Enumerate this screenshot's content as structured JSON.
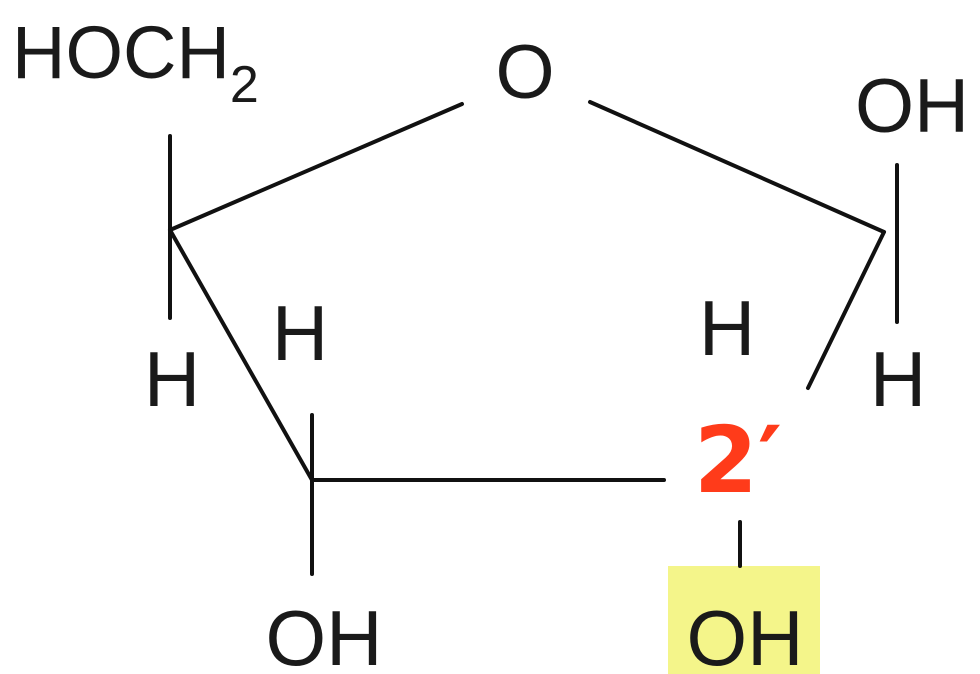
{
  "molecule": {
    "c5_substituent": {
      "base": "HOCH",
      "subscript": "2"
    },
    "ring_oxygen": "O",
    "c1_top": "OH",
    "c1_bottom": "H",
    "c4_bottom": "H",
    "c3_top": "H",
    "c3_bottom": "OH",
    "c2_top": "H",
    "c2_bottom": "OH"
  },
  "annotation": {
    "position_label": "2′",
    "label_color": "#ff3b1a",
    "highlight_color": "#f4f58a"
  },
  "colors": {
    "bond": "#111111",
    "text": "#1a1a1a",
    "background": "#ffffff"
  }
}
